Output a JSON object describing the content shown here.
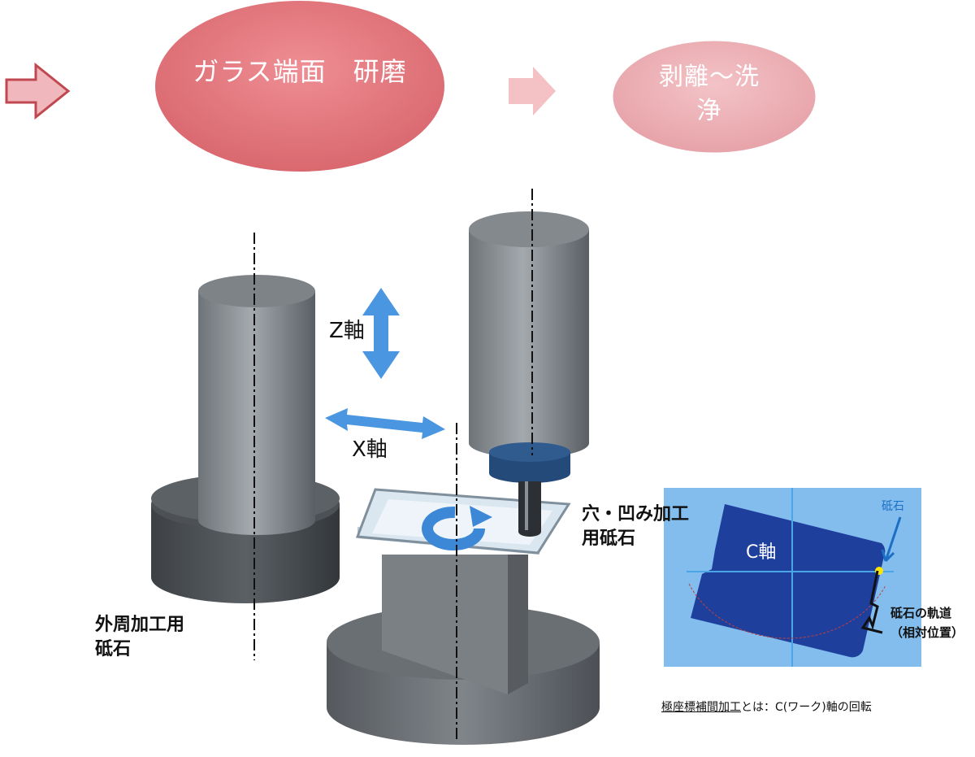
{
  "process": {
    "step_current": "ガラス端面　研磨",
    "step_next": "剥離〜洗浄"
  },
  "axes": {
    "z": "Z軸",
    "x": "X軸"
  },
  "tools": {
    "outer_wheel": "外周加工用砥石",
    "hole_wheel": "穴・凹み加工用砥石"
  },
  "inset": {
    "c_axis": "C軸",
    "grindstone": "砥石",
    "trajectory": "砥石の軌道（相対位置）"
  },
  "caption": {
    "term": "極座標補間加工",
    "rest": "とは：C(ワーク)軸の回転"
  },
  "colors": {
    "bubble_main": "#e07a80",
    "bubble_next": "#eeb1b6",
    "arrow_blue": "#4a96e0",
    "inset_bg": "#7db8ec",
    "workpiece": "#1f3f9c"
  }
}
